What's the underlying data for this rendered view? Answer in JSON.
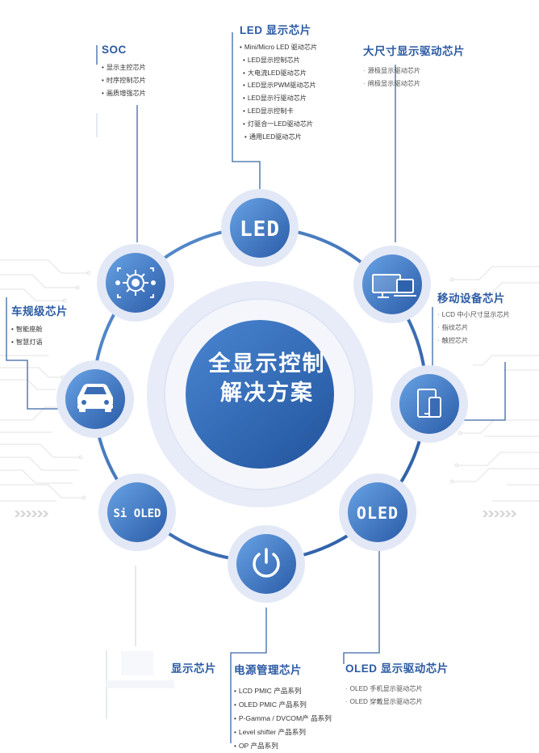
{
  "center": {
    "line1": "全显示控制",
    "line2": "解决方案"
  },
  "nodes": {
    "led_text": "LED",
    "si_oled_text": "Si OLED",
    "oled_text": "OLED"
  },
  "labels": {
    "led": {
      "title": "LED 显示芯片",
      "items": [
        "Mini/Micro LED 驱动芯片",
        "LED显示控制芯片",
        "大电流LED驱动芯片",
        "LED显示PWM驱动芯片",
        "LED显示行驱动芯片",
        "LED显示控制卡",
        "灯驱合一LED驱动芯片",
        "通用LED驱动芯片"
      ]
    },
    "soc": {
      "title": "SOC",
      "items": [
        "显示主控芯片",
        "时序控制芯片",
        "画质增强芯片"
      ]
    },
    "large": {
      "title": "大尺寸显示驱动芯片",
      "items": [
        "源极显示驱动芯片",
        "闸极显示驱动芯片"
      ]
    },
    "mobile": {
      "title": "移动设备芯片",
      "items": [
        "LCD 中小尺寸显示芯片",
        "指纹芯片",
        "触控芯片"
      ]
    },
    "auto": {
      "title": "车规级芯片",
      "items": [
        "智能座舱",
        "智慧灯语"
      ]
    },
    "display": {
      "title": "显示芯片"
    },
    "power": {
      "title": "电源管理芯片",
      "items": [
        "LCD PMIC 产品系列",
        "OLED PMIC 产品系列",
        "P-Gamma / DVCOM产 品系列",
        "Level shifter 产品系列",
        "OP 产品系列"
      ]
    },
    "oled": {
      "title": "OLED 显示驱动芯片",
      "items": [
        "OLED 手机显示驱动芯片",
        "OLED 穿戴显示驱动芯片"
      ]
    }
  },
  "colors": {
    "accent": "#2b5aa3",
    "ring": "#3d6fb3",
    "node_light": "#5b8fd6",
    "node_dark": "#2a5ca8",
    "halo": "#e3e8f6",
    "circuit": "#e1e1e1"
  }
}
